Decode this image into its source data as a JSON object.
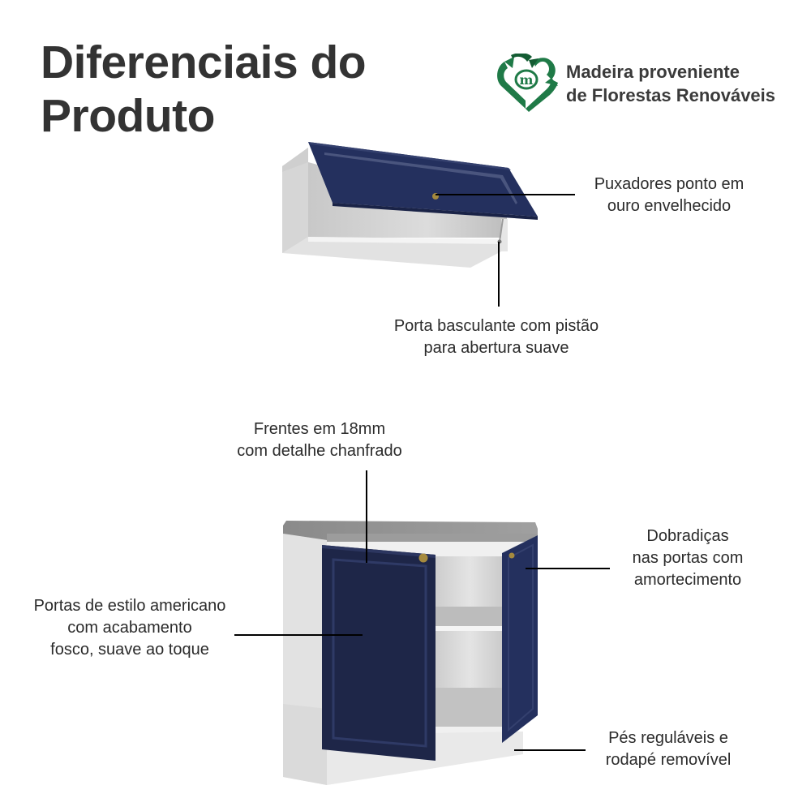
{
  "header": {
    "title_line1": "Diferenciais do",
    "title_line2": "Produto"
  },
  "badge": {
    "icon": "recycle-heart-m-icon",
    "icon_letter": "m",
    "line1": "Madeira proveniente",
    "line2": "de Florestas Renováveis",
    "color_primary": "#1f7a47",
    "color_dark": "#145c33"
  },
  "colors": {
    "door_blue": "#24305e",
    "cabinet_white": "#e8e8e8",
    "countertop_gray": "#8e8e8e",
    "text": "#333333"
  },
  "callouts": [
    {
      "id": "puxadores",
      "line1": "Puxadores ponto em",
      "line2": "ouro envelhecido"
    },
    {
      "id": "basculante",
      "line1": "Porta basculante com pistão",
      "line2": "para abertura suave"
    },
    {
      "id": "frentes",
      "line1": "Frentes em 18mm",
      "line2": "com detalhe chanfrado"
    },
    {
      "id": "portas",
      "line1": "Portas de estilo americano",
      "line2": "com acabamento",
      "line3": "fosco, suave ao toque"
    },
    {
      "id": "dobradicas",
      "line1": "Dobradiças",
      "line2": "nas portas com",
      "line3": "amortecimento"
    },
    {
      "id": "pes",
      "line1": "Pés reguláveis e",
      "line2": "rodapé removível"
    }
  ]
}
